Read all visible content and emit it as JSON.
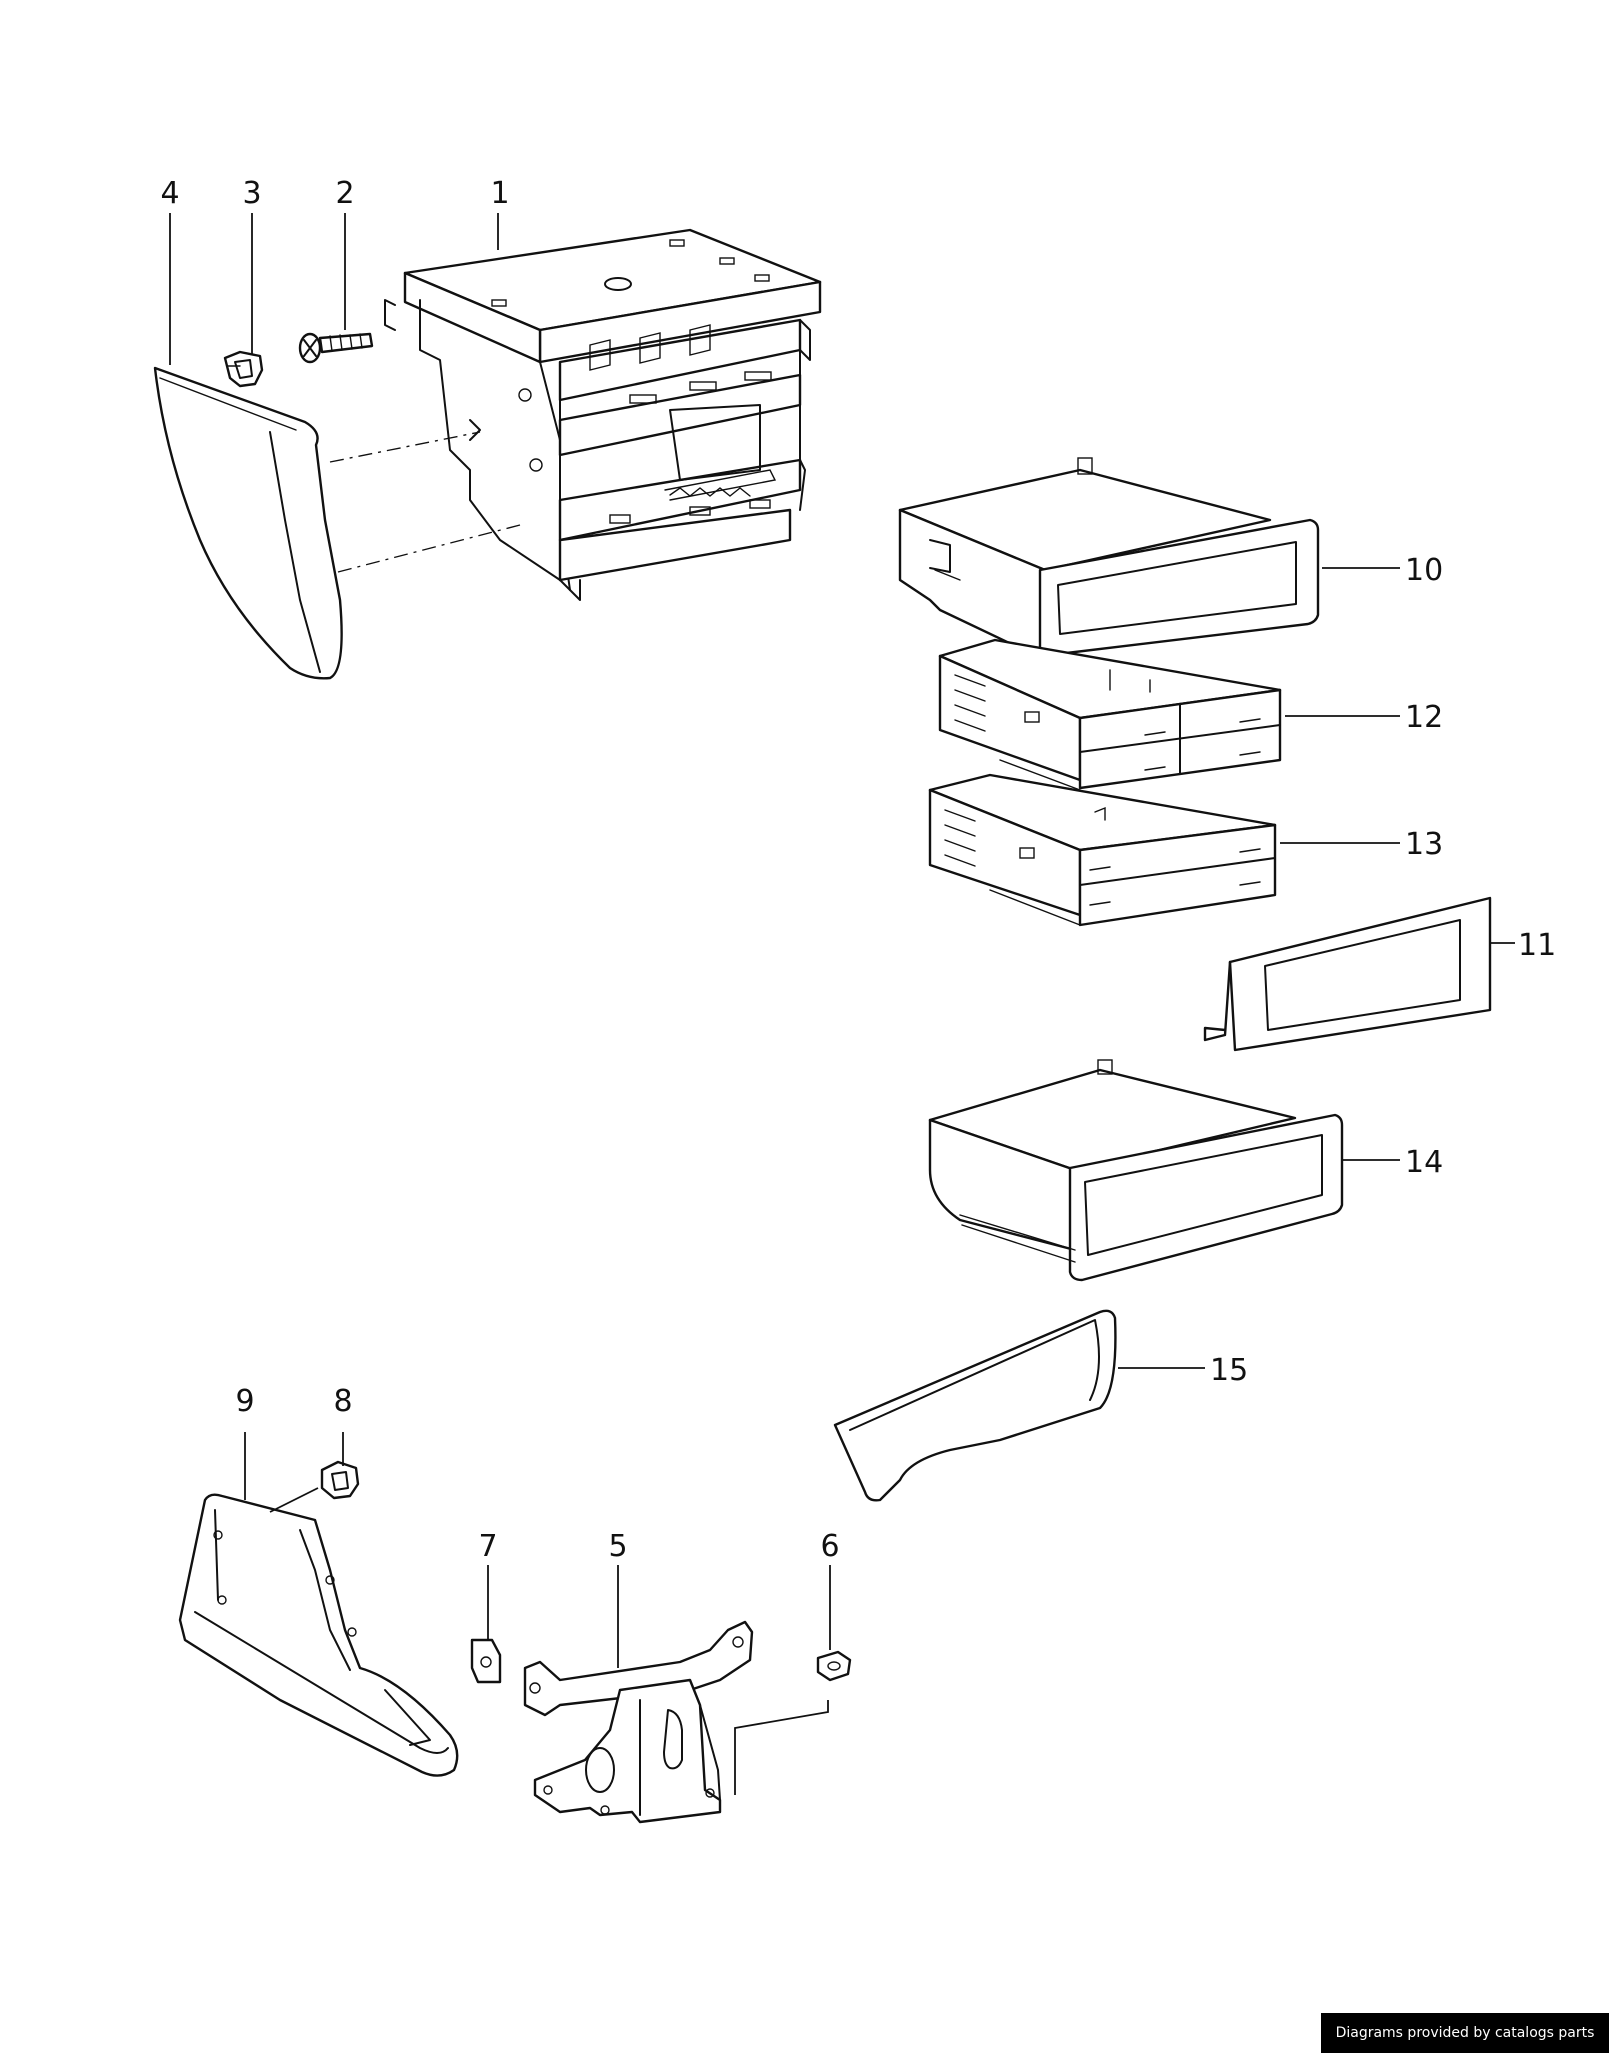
{
  "diagram": {
    "callouts": [
      {
        "id": "1",
        "text": "1"
      },
      {
        "id": "2",
        "text": "2"
      },
      {
        "id": "3",
        "text": "3"
      },
      {
        "id": "4",
        "text": "4"
      },
      {
        "id": "5",
        "text": "5"
      },
      {
        "id": "6",
        "text": "6"
      },
      {
        "id": "7",
        "text": "7"
      },
      {
        "id": "8",
        "text": "8"
      },
      {
        "id": "9",
        "text": "9"
      },
      {
        "id": "10",
        "text": "10"
      },
      {
        "id": "11",
        "text": "11"
      },
      {
        "id": "12",
        "text": "12"
      },
      {
        "id": "13",
        "text": "13"
      },
      {
        "id": "14",
        "text": "14"
      },
      {
        "id": "15",
        "text": "15"
      }
    ]
  },
  "footer": {
    "credit": "Diagrams provided by catalogs parts"
  }
}
